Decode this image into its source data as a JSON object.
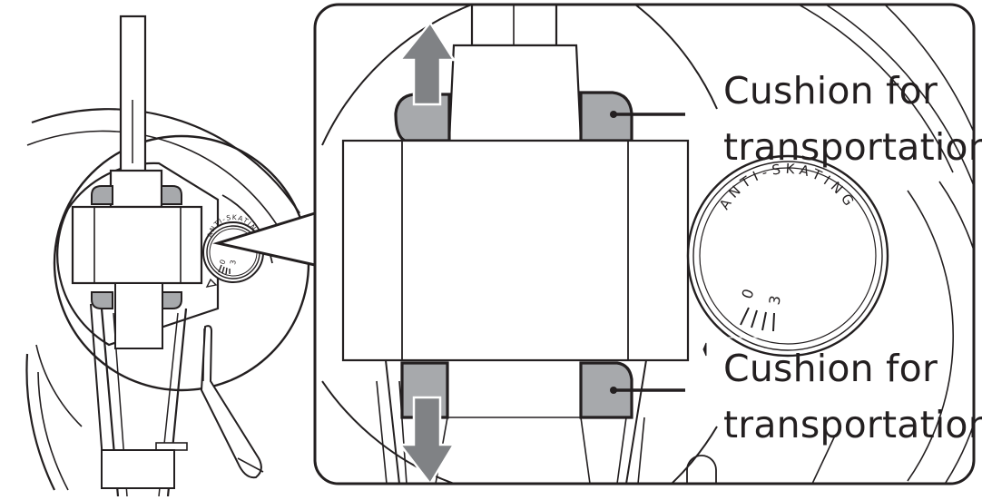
{
  "labels": {
    "cushion_top": [
      "Cushion for",
      "transportation"
    ],
    "cushion_bottom": [
      "Cushion for",
      "transportation"
    ]
  },
  "dial": {
    "title": "ANTI-SKATING",
    "scale_min": "0",
    "scale_next": "3"
  },
  "colors": {
    "line": "#231f20",
    "cushion_fill": "#a7a9ac",
    "arrow_fill": "#808285",
    "background": "#ffffff"
  },
  "arrows": {
    "top": "up",
    "bottom": "down"
  }
}
